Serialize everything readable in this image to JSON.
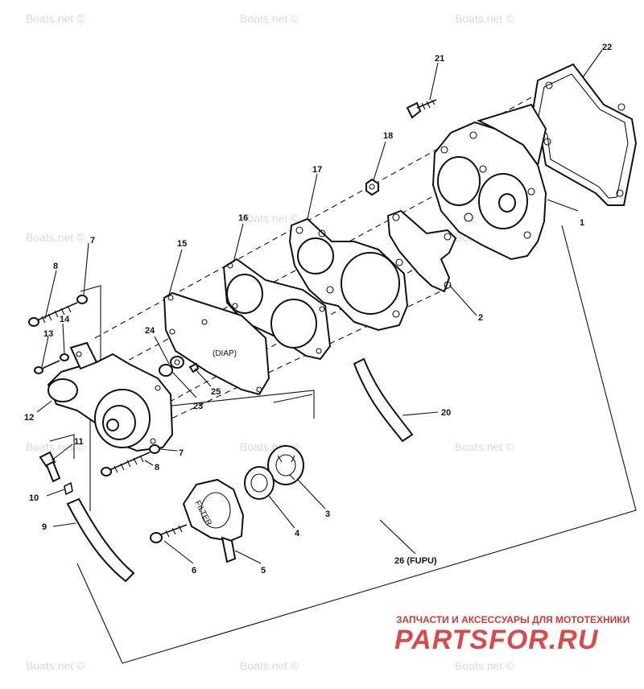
{
  "watermarks": {
    "tl": "Boats.net ©",
    "tc": "Boats.net ©",
    "tr": "Boats.net ©",
    "ml": "Boats.net ©",
    "mc": "Boats.net ©",
    "mr": "Boats.net ©",
    "bl": "Boats.net ©",
    "bc": "Boats.net ©",
    "br": "Boats.net ©",
    "ml2": "Boats.net ©",
    "mc2": "Boats.net ©",
    "mr2": "Boats.net ©"
  },
  "branding": {
    "subtitle": "ЗАПЧАСТИ И АКСЕССУАРЫ ДЛЯ МОТОТЕХНИКИ",
    "logo": "PARTSFOR.RU"
  },
  "parts": {
    "p1": "1",
    "p2": "2",
    "p3": "3",
    "p4": "4",
    "p5": "5",
    "p6": "6",
    "p7a": "7",
    "p7b": "7",
    "p8a": "8",
    "p8b": "8",
    "p9": "9",
    "p10": "10",
    "p11": "11",
    "p12": "12",
    "p13": "13",
    "p14": "14",
    "p15": "15",
    "p16": "16",
    "p17": "17",
    "p18": "18",
    "p20": "20",
    "p21": "21",
    "p22": "22",
    "p23": "23",
    "p24": "24",
    "p25": "25",
    "p26": "26 (FUPU)"
  },
  "inline_text": {
    "diap": "(DIAP)",
    "filter": "FILTER"
  }
}
